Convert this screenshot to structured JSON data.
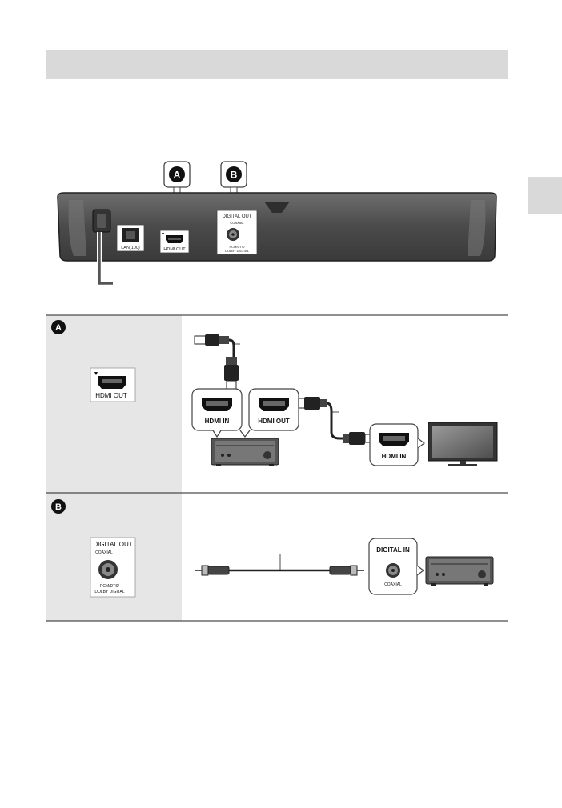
{
  "callouts": {
    "a": "A",
    "b": "B"
  },
  "player": {
    "lan_label": "LAN(100)",
    "hdmi_label": "HDMI OUT",
    "digital_out_label": "DIGITAL OUT",
    "coaxial_label": "COAXIAL",
    "format_line1": "PCM/DTS/",
    "format_line2": "DOLBY DIGITAL"
  },
  "row_a": {
    "letter": "A",
    "port_label": "HDMI OUT",
    "receiver_in_label": "HDMI IN",
    "receiver_out_label": "HDMI OUT",
    "tv_in_label": "HDMI IN"
  },
  "row_b": {
    "letter": "B",
    "digital_out_label": "DIGITAL OUT",
    "coaxial_label": "COAXIAL",
    "format_line1": "PCM/DTS/",
    "format_line2": "DOLBY DIGITAL",
    "receiver_in_label": "DIGITAL IN",
    "receiver_coaxial_label": "COAXIAL"
  },
  "colors": {
    "header_gray": "#d9d9d9",
    "panel_gray": "#e6e6e6",
    "device_dark": "#555555"
  }
}
